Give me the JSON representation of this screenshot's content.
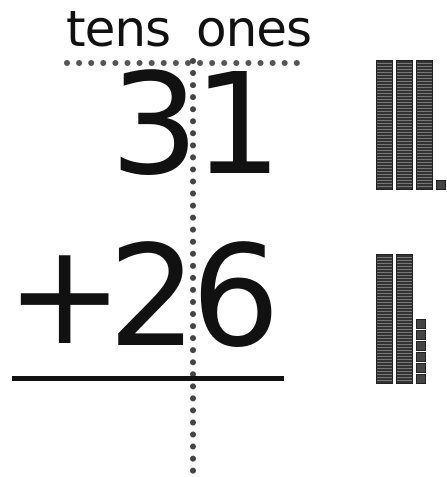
{
  "header": {
    "tens_label": "tens",
    "ones_label": "ones"
  },
  "problem": {
    "addend_top": "31",
    "operator": "+",
    "addend_bottom": "26"
  },
  "models": {
    "top": {
      "tens_rods": 3,
      "ones_units": 1
    },
    "bottom": {
      "tens_rods": 2,
      "ones_units": 6
    }
  }
}
